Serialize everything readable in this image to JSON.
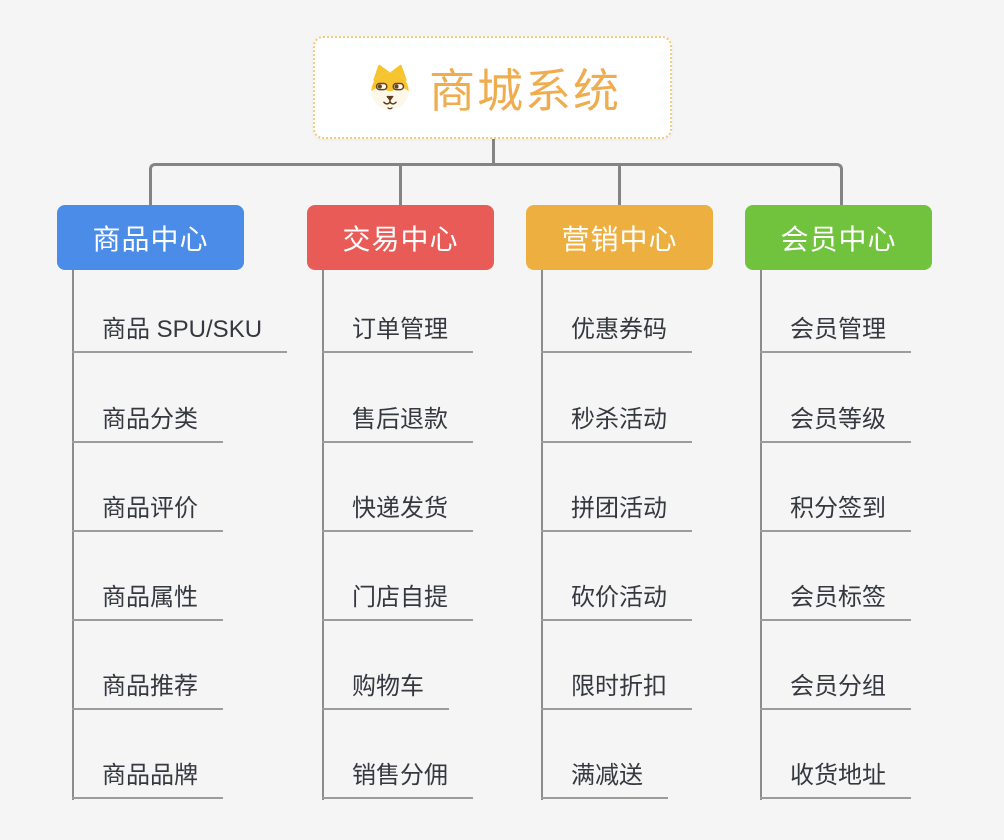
{
  "canvas": {
    "background_color": "#f5f5f5",
    "connector_color": "#848484",
    "leaf_underline_color": "#9c9c9c",
    "leaf_text_color": "#35383e"
  },
  "root": {
    "title": "商城系统",
    "icon": "dog-face-icon",
    "text_color": "#efad4f",
    "border_color": "#f6c97e"
  },
  "branches": [
    {
      "id": "product-center",
      "label": "商品中心",
      "color": "#4a8ce8",
      "children": [
        "商品 SPU/SKU",
        "商品分类",
        "商品评价",
        "商品属性",
        "商品推荐",
        "商品品牌"
      ]
    },
    {
      "id": "trade-center",
      "label": "交易中心",
      "color": "#e85b57",
      "children": [
        "订单管理",
        "售后退款",
        "快递发货",
        "门店自提",
        "购物车",
        "销售分佣"
      ]
    },
    {
      "id": "marketing-center",
      "label": "营销中心",
      "color": "#edaf40",
      "children": [
        "优惠券码",
        "秒杀活动",
        "拼团活动",
        "砍价活动",
        "限时折扣",
        "满减送"
      ]
    },
    {
      "id": "member-center",
      "label": "会员中心",
      "color": "#71c23c",
      "children": [
        "会员管理",
        "会员等级",
        "积分签到",
        "会员标签",
        "会员分组",
        "收货地址"
      ]
    }
  ]
}
